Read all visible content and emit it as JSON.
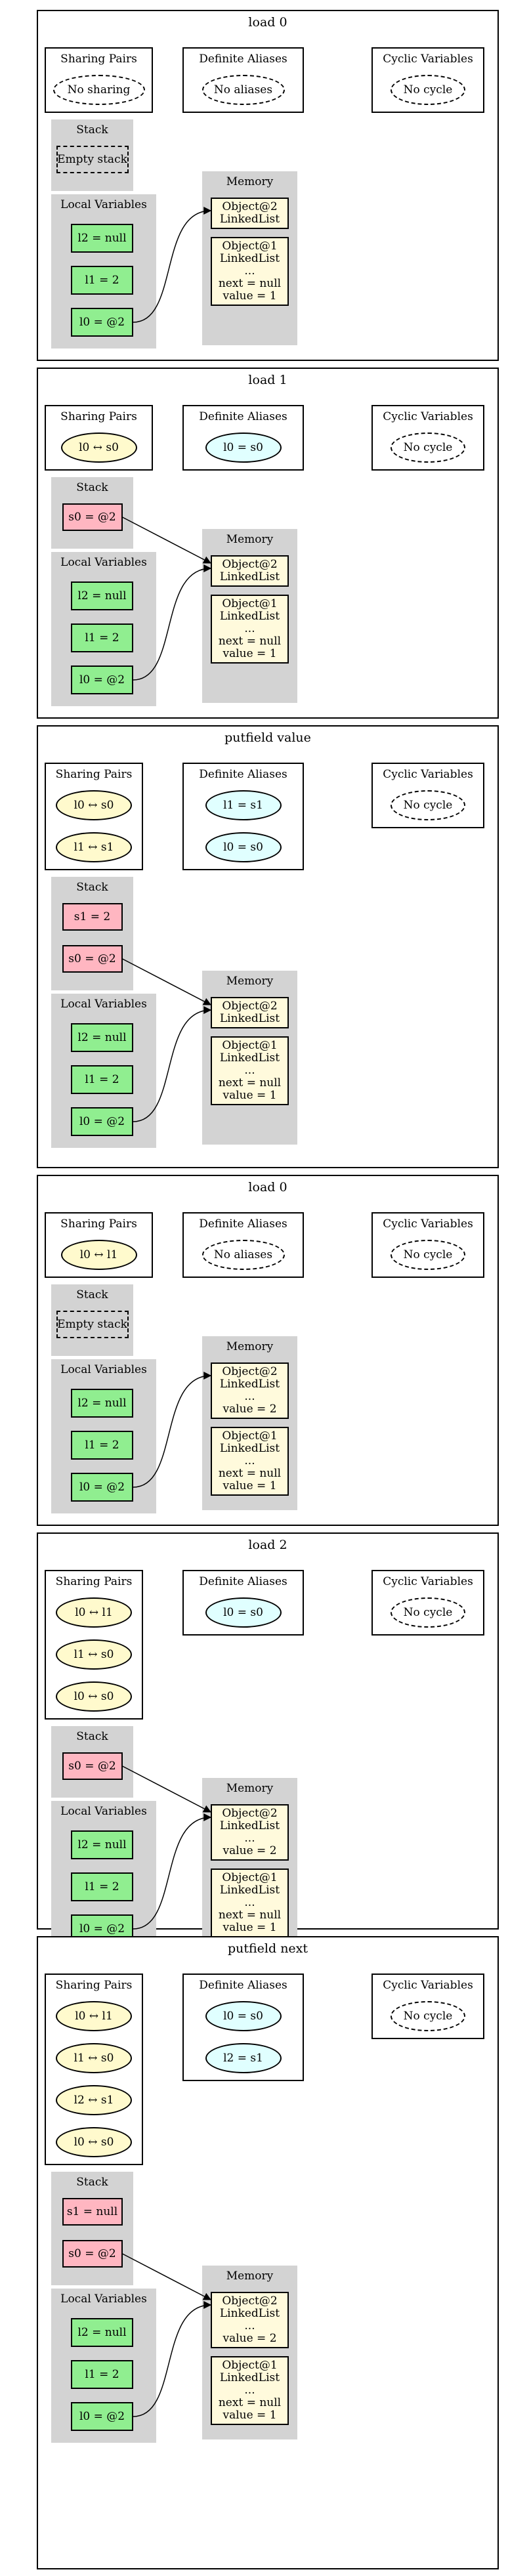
{
  "labels": {
    "sharing_pairs": "Sharing Pairs",
    "definite_aliases": "Definite Aliases",
    "cyclic_variables": "Cyclic Variables",
    "stack": "Stack",
    "local_variables": "Local Variables",
    "memory": "Memory"
  },
  "frames": [
    {
      "title": "load 0",
      "sharing": [
        "No sharing"
      ],
      "sharing_empty": true,
      "aliases": [
        "No aliases"
      ],
      "aliases_empty": true,
      "cyclic": "No cycle",
      "stack": [
        "Empty stack"
      ],
      "stack_empty": true,
      "locals": [
        "l2 = null",
        "l1 = 2",
        "l0 = @2"
      ],
      "objects": [
        [
          "Object@2",
          "LinkedList"
        ],
        [
          "Object@1",
          "LinkedList",
          "...",
          "next = null",
          "value = 1"
        ]
      ]
    },
    {
      "title": "load 1",
      "sharing": [
        "l0 ↔ s0"
      ],
      "sharing_empty": false,
      "aliases": [
        "l0 = s0"
      ],
      "aliases_empty": false,
      "cyclic": "No cycle",
      "stack": [
        "s0 = @2"
      ],
      "stack_empty": false,
      "locals": [
        "l2 = null",
        "l1 = 2",
        "l0 = @2"
      ],
      "objects": [
        [
          "Object@2",
          "LinkedList"
        ],
        [
          "Object@1",
          "LinkedList",
          "...",
          "next = null",
          "value = 1"
        ]
      ]
    },
    {
      "title": "putfield value",
      "sharing": [
        "l0 ↔ s0",
        "l1 ↔ s1"
      ],
      "sharing_empty": false,
      "aliases": [
        "l1 = s1",
        "l0 = s0"
      ],
      "aliases_empty": false,
      "cyclic": "No cycle",
      "stack": [
        "s1 = 2",
        "s0 = @2"
      ],
      "stack_empty": false,
      "locals": [
        "l2 = null",
        "l1 = 2",
        "l0 = @2"
      ],
      "objects": [
        [
          "Object@2",
          "LinkedList"
        ],
        [
          "Object@1",
          "LinkedList",
          "...",
          "next = null",
          "value = 1"
        ]
      ]
    },
    {
      "title": "load 0",
      "sharing": [
        "l0 ↔ l1"
      ],
      "sharing_empty": false,
      "aliases": [
        "No aliases"
      ],
      "aliases_empty": true,
      "cyclic": "No cycle",
      "stack": [
        "Empty stack"
      ],
      "stack_empty": true,
      "locals": [
        "l2 = null",
        "l1 = 2",
        "l0 = @2"
      ],
      "objects": [
        [
          "Object@2",
          "LinkedList",
          "...",
          "value = 2"
        ],
        [
          "Object@1",
          "LinkedList",
          "...",
          "next = null",
          "value = 1"
        ]
      ]
    },
    {
      "title": "load 2",
      "sharing": [
        "l0 ↔ l1",
        "l1 ↔ s0",
        "l0 ↔ s0"
      ],
      "sharing_empty": false,
      "aliases": [
        "l0 = s0"
      ],
      "aliases_empty": false,
      "cyclic": "No cycle",
      "stack": [
        "s0 = @2"
      ],
      "stack_empty": false,
      "locals": [
        "l2 = null",
        "l1 = 2",
        "l0 = @2"
      ],
      "objects": [
        [
          "Object@2",
          "LinkedList",
          "...",
          "value = 2"
        ],
        [
          "Object@1",
          "LinkedList",
          "...",
          "next = null",
          "value = 1"
        ]
      ]
    },
    {
      "title": "putfield next",
      "sharing": [
        "l0 ↔ l1",
        "l1 ↔ s0",
        "l2 ↔ s1",
        "l0 ↔ s0"
      ],
      "sharing_empty": false,
      "aliases": [
        "l0 = s0",
        "l2 = s1"
      ],
      "aliases_empty": false,
      "cyclic": "No cycle",
      "stack": [
        "s1 = null",
        "s0 = @2"
      ],
      "stack_empty": false,
      "locals": [
        "l2 = null",
        "l1 = 2",
        "l0 = @2"
      ],
      "objects": [
        [
          "Object@2",
          "LinkedList",
          "...",
          "value = 2"
        ],
        [
          "Object@1",
          "LinkedList",
          "...",
          "next = null",
          "value = 1"
        ]
      ]
    }
  ]
}
